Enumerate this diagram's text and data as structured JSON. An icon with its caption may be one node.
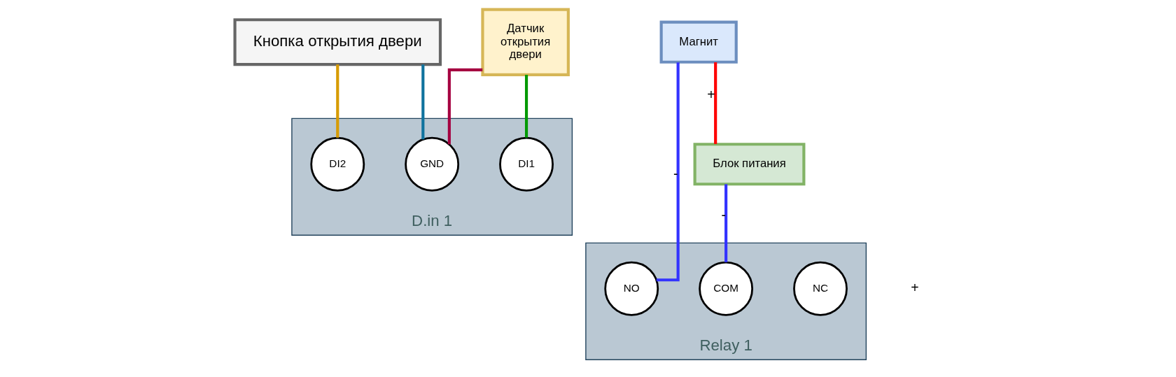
{
  "diagram": {
    "nodes": [
      {
        "text": [
          "Кнопка открытия двери"
        ]
      },
      {
        "text": [
          "Датчик открытия двери"
        ]
      },
      {
        "text": [
          "D.in 1"
        ]
      },
      {
        "text": [
          "DI2"
        ],
        "in": 2
      },
      {
        "text": [
          "GND"
        ],
        "in": 2
      },
      {
        "text": [
          "DI1"
        ],
        "in": 2
      },
      {
        "text": [
          "Relay 1"
        ]
      },
      {
        "text": [
          "NO"
        ],
        "in": 6
      },
      {
        "text": [
          "COM"
        ],
        "in": 6
      },
      {
        "text": [
          "NC"
        ],
        "in": 6
      },
      {
        "text": [
          "Магнит"
        ]
      },
      {
        "text": [
          "Блок питания"
        ]
      }
    ],
    "edges": [
      {
        "from": 0,
        "to": 4,
        "arrow": "none",
        "color": "#10739e"
      },
      {
        "from": 0,
        "to": 3,
        "arrow": "none",
        "color": "#d79b00"
      },
      {
        "from": 1,
        "to": 4,
        "arrow": "none",
        "color": "#a50040"
      },
      {
        "from": 1,
        "to": 5,
        "arrow": "none",
        "color": "#009900"
      },
      {
        "from": 10,
        "to": 7,
        "arrow": "none",
        "label": "-",
        "color": "#3333ff"
      },
      {
        "from": 10,
        "to": 11,
        "arrow": "none",
        "label": "+",
        "color": "#ff0000"
      },
      {
        "from": 11,
        "to": 8,
        "arrow": "none",
        "label": "-",
        "color": "#3333ff"
      }
    ],
    "labels": [
      "+"
    ]
  }
}
